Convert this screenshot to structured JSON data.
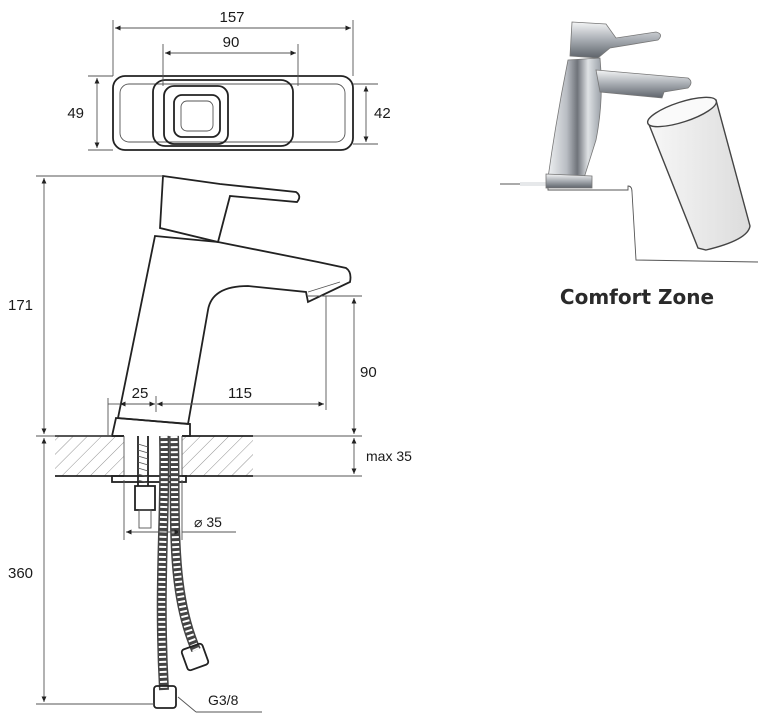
{
  "top_view": {
    "width_overall": "157",
    "width_handle": "90",
    "depth_left": "49",
    "depth_right": "42"
  },
  "side_view": {
    "height_total": "171",
    "spout_height": "90",
    "base_offset": "25",
    "spout_reach": "115",
    "counter_max": "max 35",
    "hole_diameter": "⌀ 35",
    "hose_length": "360",
    "connection": "G3/8"
  },
  "product_photo": {
    "label": "Comfort Zone"
  },
  "colors": {
    "line": "#222222",
    "hatch": "#777777",
    "chrome_dark": "#6f737a",
    "chrome_light": "#eef0f2"
  }
}
